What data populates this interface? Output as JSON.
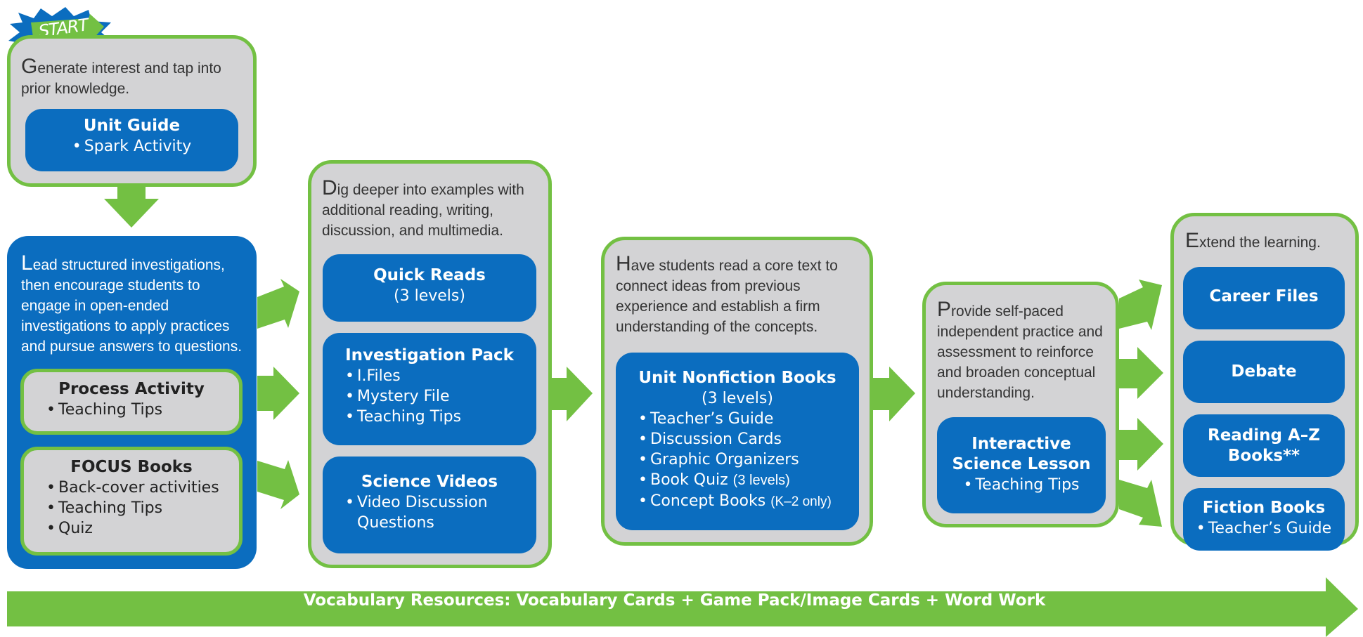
{
  "colors": {
    "green": "#73c043",
    "blue": "#0b6dbf",
    "grey": "#d3d3d5"
  },
  "start_badge": "START",
  "step1": {
    "intro_cap": "G",
    "intro_rest": "enerate interest and tap into prior knowledge.",
    "box": {
      "title": "Unit Guide",
      "items": [
        "Spark Activity"
      ]
    }
  },
  "step2": {
    "intro_cap": "L",
    "intro_rest": "ead structured investigations, then encourage students to engage in open-ended investigations to apply practices and pursue answers to questions.",
    "boxes": [
      {
        "title": "Process Activity",
        "items": [
          "Teaching Tips"
        ]
      },
      {
        "title": "FOCUS Books",
        "items": [
          "Back-cover activities",
          "Teaching Tips",
          "Quiz"
        ]
      }
    ]
  },
  "step3": {
    "intro_cap": "D",
    "intro_rest": "ig deeper into examples with additional reading, writing, discussion, and multimedia.",
    "boxes": [
      {
        "title": "Quick Reads",
        "subtitle": "(3 levels)"
      },
      {
        "title": "Investigation Pack",
        "items": [
          "I.Files",
          "Mystery File",
          "Teaching Tips"
        ]
      },
      {
        "title": "Science Videos",
        "items": [
          "Video Discussion Questions"
        ]
      }
    ]
  },
  "step4": {
    "intro_cap": "H",
    "intro_rest": "ave students read a core text to connect ideas from previous experience and establish a firm understanding of the concepts.",
    "box": {
      "title": "Unit Nonfiction Books",
      "subtitle": "(3 levels)",
      "items": [
        "Teacher’s Guide",
        "Discussion Cards",
        "Graphic Organizers"
      ],
      "quiz_item": "Book Quiz",
      "quiz_note": "(3 levels)",
      "concept_item": "Concept Books",
      "concept_note": "(K–2 only)"
    }
  },
  "step5": {
    "intro_cap": "P",
    "intro_rest": "rovide self-paced independent practice and assessment to reinforce and broaden conceptual understanding.",
    "box": {
      "title": "Interactive Science Lesson",
      "items": [
        "Teaching Tips"
      ]
    }
  },
  "step6": {
    "intro_cap": "E",
    "intro_rest": "xtend the learning.",
    "boxes": [
      {
        "title": "Career Files"
      },
      {
        "title": "Debate"
      },
      {
        "title": "Reading A–Z Books**"
      },
      {
        "title": "Fiction Books",
        "items": [
          "Teacher’s Guide"
        ]
      }
    ]
  },
  "vocab_bar": "Vocabulary Resources: Vocabulary Cards + Game Pack/Image Cards + Word Work"
}
